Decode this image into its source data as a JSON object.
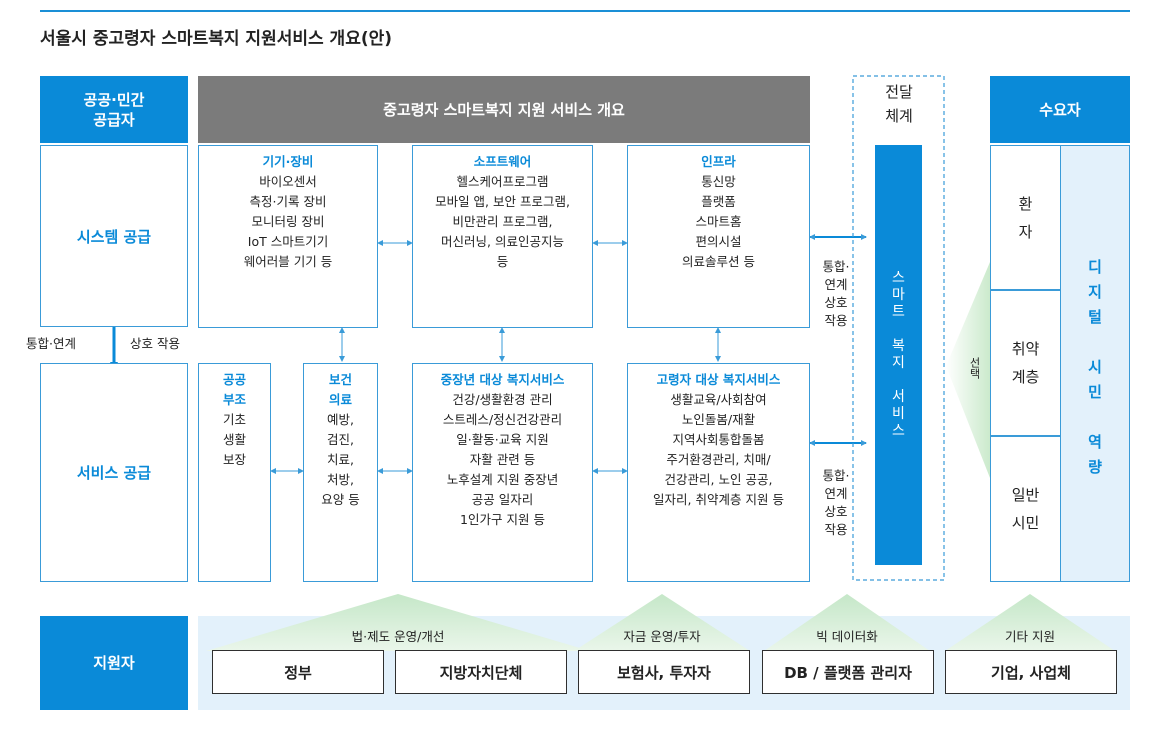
{
  "title": "서울시 중고령자 스마트복지 지원서비스 개요(안)",
  "header": {
    "supplier": "공공·민간\n공급자",
    "overview": "중고령자 스마트복지 지원 서비스 개요",
    "delivery": "전달\n체계",
    "demand": "수요자"
  },
  "supply_rows": {
    "system": "시스템 공급",
    "service": "서비스 공급",
    "link_left": "통합·연계",
    "link_right": "상호 작용"
  },
  "system_boxes": [
    {
      "title": "기기·장비",
      "items": [
        "바이오센서",
        "측정·기록 장비",
        "모니터링 장비",
        "IoT 스마트기기",
        "웨어러블 기기 등"
      ]
    },
    {
      "title": "소프트웨어",
      "items": [
        "헬스케어프로그램",
        "모바일 앱, 보안 프로그램,",
        "비만관리 프로그램,",
        "머신러닝, 의료인공지능",
        "등"
      ]
    },
    {
      "title": "인프라",
      "items": [
        "통신망",
        "플랫폼",
        "스마트홈",
        "편의시설",
        "의료솔루션 등"
      ]
    }
  ],
  "service_boxes": [
    {
      "title": "공공\n부조",
      "items": [
        "기초",
        "생활",
        "보장"
      ]
    },
    {
      "title": "보건\n의료",
      "items": [
        "예방,",
        "검진,",
        "치료,",
        "처방,",
        "요양 등"
      ]
    },
    {
      "title": "중장년 대상 복지서비스",
      "items": [
        "건강/생활환경 관리",
        "스트레스/정신건강관리",
        "일·활동·교육 지원",
        "자활 관련 등",
        "노후설계 지원 중장년",
        "공공 일자리",
        "1인가구 지원 등"
      ]
    },
    {
      "title": "고령자 대상 복지서비스",
      "items": [
        "생활교육/사회참여",
        "노인돌봄/재활",
        "지역사회통합돌봄",
        "주거환경관리, 치매/",
        "건강관리, 노인 공공,",
        "일자리, 취약계층 지원 등"
      ]
    }
  ],
  "interaction_label": "통합·\n연계\n상호\n작용",
  "delivery_bar": "스\n마\n트\n\n복\n지\n\n서\n비\n스",
  "choice_label": "선택",
  "demand_groups": [
    "환\n자",
    "취약\n계층",
    "일반\n시민"
  ],
  "digital_literacy": "디\n지\n털\n\n시\n민\n\n역\n량",
  "supporters": {
    "label": "지원자",
    "triangles": [
      "법·제도 운영/개선",
      "자금 운영/투자",
      "빅 데이터화",
      "기타 지원"
    ],
    "boxes": [
      "정부",
      "지방자치단체",
      "보험사, 투자자",
      "DB / 플랫폼 관리자",
      "기업, 사업체"
    ]
  },
  "colors": {
    "primary": "#0a8ad8",
    "gray": "#7b7b7b",
    "light_blue": "#e3f1fb"
  }
}
